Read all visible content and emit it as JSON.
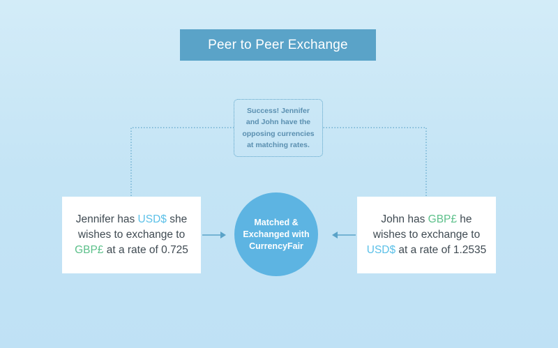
{
  "title": "Peer to Peer Exchange",
  "note": {
    "text": "Success! Jennifer and John have the opposing currencies at matching rates."
  },
  "jennifer": {
    "text_1": "Jennifer has ",
    "currency_have": "USD$",
    "text_2": " she wishes to exchange to ",
    "currency_want": "GBP£",
    "text_3": " at a rate of 0.725"
  },
  "john": {
    "text_1": "John has ",
    "currency_have": "GBP£",
    "text_2": " he wishes to exchange to ",
    "currency_want": "USD$",
    "text_3": " at a rate of 1.2535"
  },
  "center": {
    "label": "Matched & Exchanged with CurrencyFair"
  },
  "colors": {
    "banner": "#5aa3c8",
    "circle": "#5db4e2",
    "usd": "#5bc0e8",
    "gbp": "#5cc08a",
    "connector": "#5aa3c8"
  }
}
